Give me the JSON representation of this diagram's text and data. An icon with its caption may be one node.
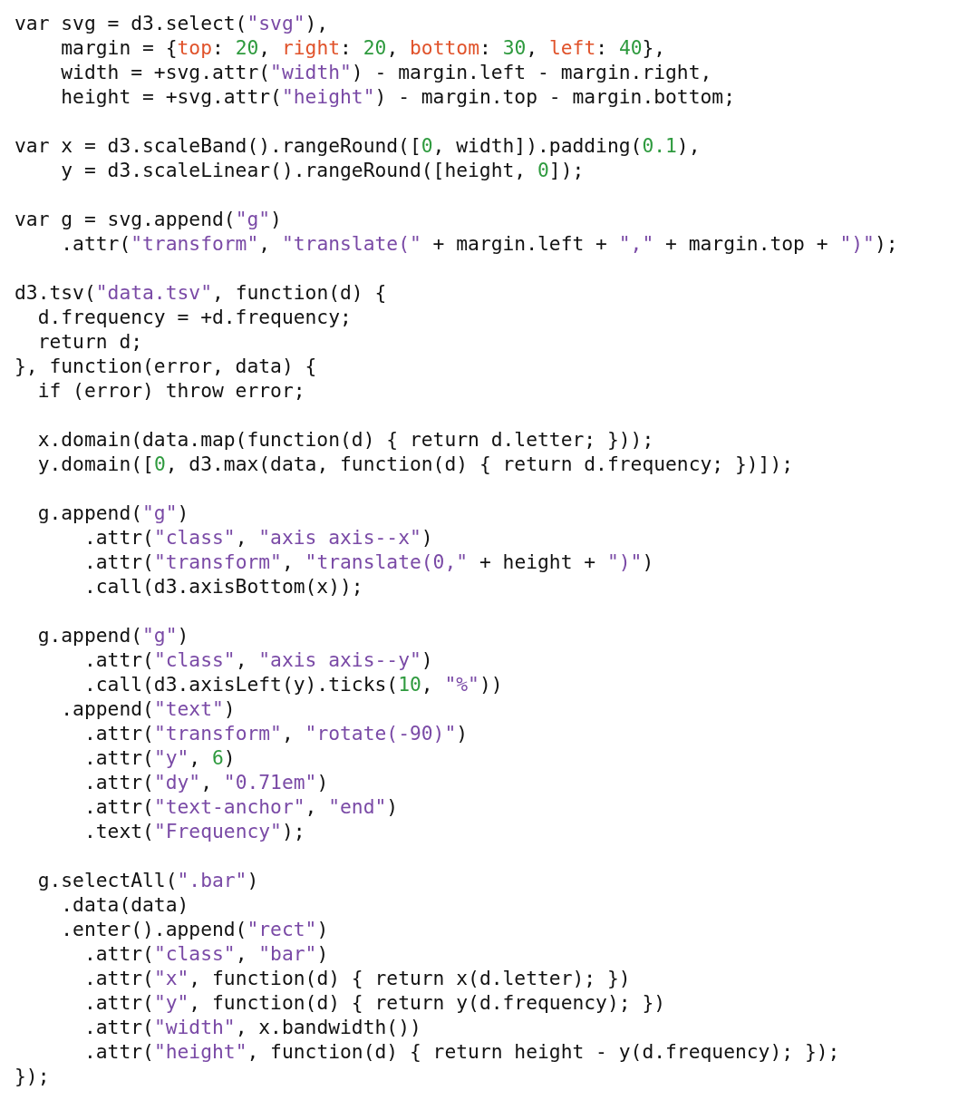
{
  "diagram": {
    "labels": [
      "var svg = d3.select(\"svg\"),",
      "    margin = {top: 20, right: 20, bottom: 30, left: 40},",
      "    width = +svg.attr(\"width\") - margin.left - margin.right,",
      "    height = +svg.attr(\"height\") - margin.top - margin.bottom;",
      "var x = d3.scaleBand().rangeRound([0, width]).padding(0.1),",
      "    y = d3.scaleLinear().rangeRound([height, 0]);",
      "var g = svg.append(\"g\")",
      "    .attr(\"transform\", \"translate(\" + margin.left + \",\" + margin.top + \")\");",
      "d3.tsv(\"data.tsv\", function(d) {",
      "  d.frequency = +d.frequency;",
      "  return d;",
      "}, function(error, data) {",
      "  if (error) throw error;",
      "  x.domain(data.map(function(d) { return d.letter; }));",
      "  y.domain([0, d3.max(data, function(d) { return d.frequency; })]);",
      "  g.append(\"g\")",
      "      .attr(\"class\", \"axis axis--x\")",
      "      .attr(\"transform\", \"translate(0,\" + height + \")\")",
      "      .call(d3.axisBottom(x));",
      "  g.append(\"g\")",
      "      .attr(\"class\", \"axis axis--y\")",
      "      .call(d3.axisLeft(y).ticks(10, \"%\"))",
      "    .append(\"text\")",
      "      .attr(\"transform\", \"rotate(-90)\")",
      "      .attr(\"y\", 6)",
      "      .attr(\"dy\", \"0.71em\")",
      "      .attr(\"text-anchor\", \"end\")",
      "      .text(\"Frequency\");",
      "  g.selectAll(\".bar\")",
      "    .data(data)",
      "    .enter().append(\"rect\")",
      "      .attr(\"class\", \"bar\")",
      "      .attr(\"x\", function(d) { return x(d.letter); })",
      "      .attr(\"y\", function(d) { return y(d.frequency); })",
      "      .attr(\"width\", x.bandwidth())",
      "      .attr(\"height\", function(d) { return height - y(d.frequency); });",
      "});"
    ]
  }
}
